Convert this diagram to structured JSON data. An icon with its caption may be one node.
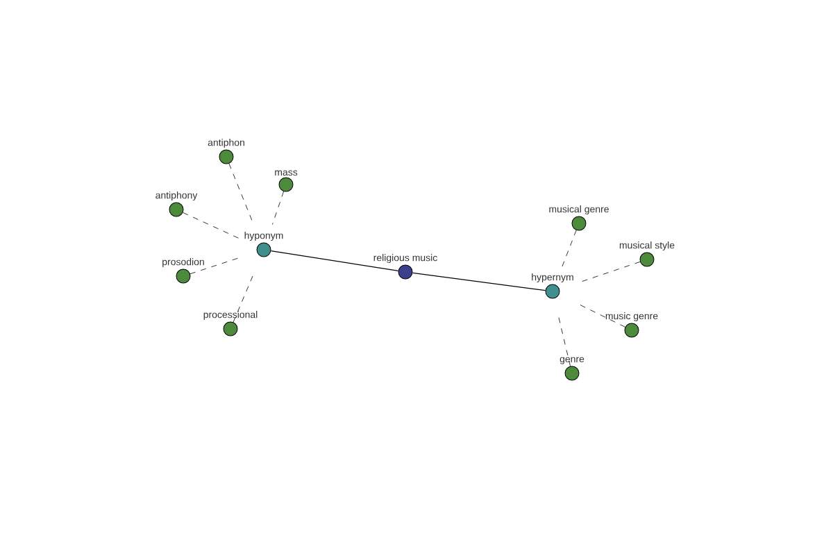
{
  "diagram": {
    "nodes": [
      {
        "text": [
          "religious music"
        ]
      },
      {
        "text": [
          "hyponym"
        ]
      },
      {
        "text": [
          "hypernym"
        ]
      },
      {
        "text": [
          "antiphon"
        ]
      },
      {
        "text": [
          "mass"
        ]
      },
      {
        "text": [
          "antiphony"
        ]
      },
      {
        "text": [
          "prosodion"
        ]
      },
      {
        "text": [
          "processional"
        ]
      },
      {
        "text": [
          "musical genre"
        ]
      },
      {
        "text": [
          "musical style"
        ]
      },
      {
        "text": [
          "music genre"
        ]
      },
      {
        "text": [
          "genre"
        ]
      }
    ],
    "edges": [
      {
        "from": 0,
        "to": 1,
        "arrow": "none"
      },
      {
        "from": 0,
        "to": 2,
        "arrow": "none"
      },
      {
        "from": 3,
        "to": 1,
        "arrow": "none",
        "style": "dashed"
      },
      {
        "from": 4,
        "to": 1,
        "arrow": "none",
        "style": "dashed"
      },
      {
        "from": 5,
        "to": 1,
        "arrow": "none",
        "style": "dashed"
      },
      {
        "from": 6,
        "to": 1,
        "arrow": "none",
        "style": "dashed"
      },
      {
        "from": 7,
        "to": 1,
        "arrow": "none",
        "style": "dashed"
      },
      {
        "from": 8,
        "to": 2,
        "arrow": "none",
        "style": "dashed"
      },
      {
        "from": 9,
        "to": 2,
        "arrow": "none",
        "style": "dashed"
      },
      {
        "from": 10,
        "to": 2,
        "arrow": "none",
        "style": "dashed"
      },
      {
        "from": 11,
        "to": 2,
        "arrow": "none",
        "style": "dashed"
      }
    ]
  }
}
